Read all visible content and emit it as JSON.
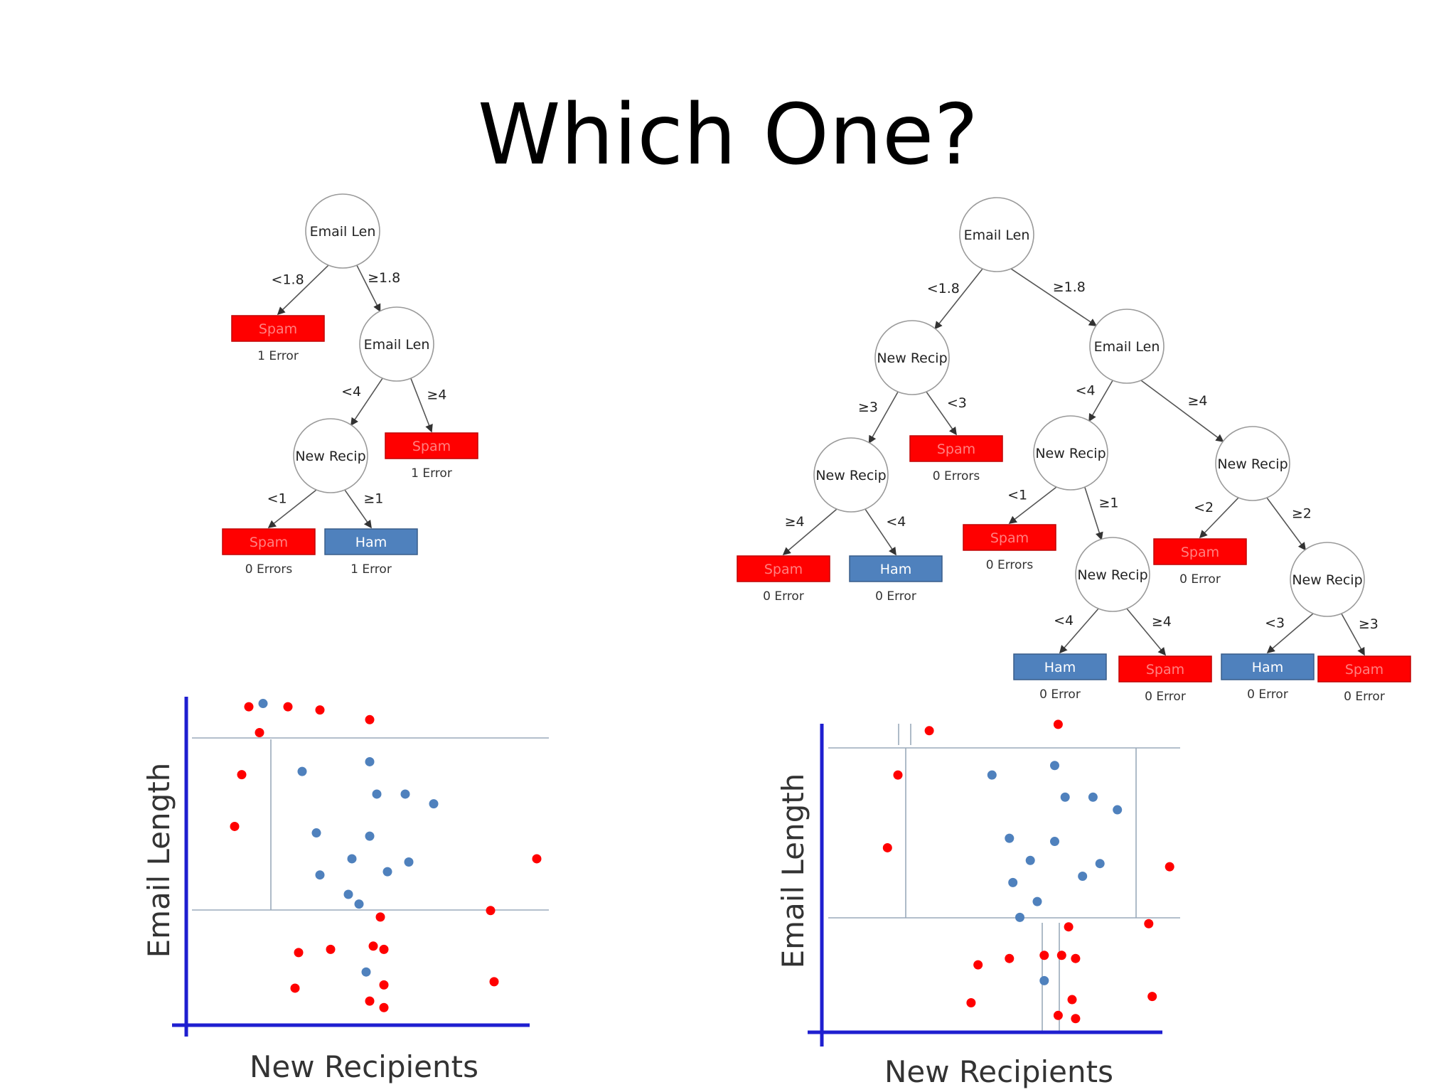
{
  "title": "Which One?",
  "colors": {
    "spam": "#ff0000",
    "ham": "#4f81bd",
    "axis": "#1f1fd0",
    "boundary": "#9aaabb",
    "node_stroke": "#9a9a9a",
    "edge": "#555555"
  },
  "tree_left": {
    "nodes": [
      {
        "id": "L1",
        "label": "Email Len"
      },
      {
        "id": "L2",
        "label": "Email Len"
      },
      {
        "id": "L3",
        "label": "New Recip"
      }
    ],
    "leaves": [
      {
        "id": "LS1",
        "label": "Spam",
        "kind": "spam",
        "note": "1 Error"
      },
      {
        "id": "LS2",
        "label": "Spam",
        "kind": "spam",
        "note": "1 Error"
      },
      {
        "id": "LS3",
        "label": "Spam",
        "kind": "spam",
        "note": "0 Errors"
      },
      {
        "id": "LH1",
        "label": "Ham",
        "kind": "ham",
        "note": "1 Error"
      }
    ],
    "edges": [
      {
        "from": "L1",
        "to": "LS1",
        "label": "<1.8"
      },
      {
        "from": "L1",
        "to": "L2",
        "label": "≥1.8"
      },
      {
        "from": "L2",
        "to": "L3",
        "label": "<4"
      },
      {
        "from": "L2",
        "to": "LS2",
        "label": "≥4"
      },
      {
        "from": "L3",
        "to": "LS3",
        "label": "<1"
      },
      {
        "from": "L3",
        "to": "LH1",
        "label": "≥1"
      }
    ]
  },
  "tree_right": {
    "nodes": [
      {
        "id": "R1",
        "label": "Email Len"
      },
      {
        "id": "R2",
        "label": "New Recip"
      },
      {
        "id": "R3",
        "label": "Email Len"
      },
      {
        "id": "R4",
        "label": "New Recip"
      },
      {
        "id": "R5",
        "label": "New Recip"
      },
      {
        "id": "R6",
        "label": "New Recip"
      },
      {
        "id": "R7",
        "label": "New Recip"
      },
      {
        "id": "R8",
        "label": "New Recip"
      }
    ],
    "leaves": [
      {
        "id": "RS1",
        "label": "Spam",
        "kind": "spam",
        "note": "0 Errors"
      },
      {
        "id": "RS2",
        "label": "Spam",
        "kind": "spam",
        "note": "0 Error"
      },
      {
        "id": "RH1",
        "label": "Ham",
        "kind": "ham",
        "note": "0 Error"
      },
      {
        "id": "RS3",
        "label": "Spam",
        "kind": "spam",
        "note": "0 Errors"
      },
      {
        "id": "RS4",
        "label": "Spam",
        "kind": "spam",
        "note": "0 Error"
      },
      {
        "id": "RH2",
        "label": "Ham",
        "kind": "ham",
        "note": "0 Error"
      },
      {
        "id": "RS5",
        "label": "Spam",
        "kind": "spam",
        "note": "0 Error"
      },
      {
        "id": "RH3",
        "label": "Ham",
        "kind": "ham",
        "note": "0 Error"
      },
      {
        "id": "RS6",
        "label": "Spam",
        "kind": "spam",
        "note": "0 Error"
      }
    ],
    "edges": [
      {
        "from": "R1",
        "to": "R2",
        "label": "<1.8"
      },
      {
        "from": "R1",
        "to": "R3",
        "label": "≥1.8"
      },
      {
        "from": "R2",
        "to": "R4",
        "label": "≥3"
      },
      {
        "from": "R2",
        "to": "RS1",
        "label": "<3"
      },
      {
        "from": "R4",
        "to": "RS2",
        "label": "≥4"
      },
      {
        "from": "R4",
        "to": "RH1",
        "label": "<4"
      },
      {
        "from": "R3",
        "to": "R5",
        "label": "<4"
      },
      {
        "from": "R3",
        "to": "R6",
        "label": "≥4"
      },
      {
        "from": "R5",
        "to": "RS3",
        "label": "<1"
      },
      {
        "from": "R5",
        "to": "R7",
        "label": "≥1"
      },
      {
        "from": "R7",
        "to": "RH2",
        "label": "<4"
      },
      {
        "from": "R7",
        "to": "RS5",
        "label": "≥4"
      },
      {
        "from": "R6",
        "to": "RS4",
        "label": "<2"
      },
      {
        "from": "R6",
        "to": "R8",
        "label": "≥2"
      },
      {
        "from": "R8",
        "to": "RH3",
        "label": "<3"
      },
      {
        "from": "R8",
        "to": "RS6",
        "label": "≥3"
      }
    ]
  },
  "plot_left": {
    "xlabel": "New Recipients",
    "ylabel": "Email Length",
    "points": [
      {
        "x": 0.16,
        "y": 0.98,
        "c": "spam"
      },
      {
        "x": 0.27,
        "y": 0.98,
        "c": "spam"
      },
      {
        "x": 0.36,
        "y": 0.97,
        "c": "spam"
      },
      {
        "x": 0.5,
        "y": 0.94,
        "c": "spam"
      },
      {
        "x": 0.19,
        "y": 0.9,
        "c": "spam"
      },
      {
        "x": 0.14,
        "y": 0.77,
        "c": "spam"
      },
      {
        "x": 0.12,
        "y": 0.61,
        "c": "spam"
      },
      {
        "x": 0.97,
        "y": 0.51,
        "c": "spam"
      },
      {
        "x": 0.84,
        "y": 0.35,
        "c": "spam"
      },
      {
        "x": 0.53,
        "y": 0.33,
        "c": "spam"
      },
      {
        "x": 0.3,
        "y": 0.22,
        "c": "spam"
      },
      {
        "x": 0.39,
        "y": 0.23,
        "c": "spam"
      },
      {
        "x": 0.51,
        "y": 0.24,
        "c": "spam"
      },
      {
        "x": 0.54,
        "y": 0.23,
        "c": "spam"
      },
      {
        "x": 0.29,
        "y": 0.11,
        "c": "spam"
      },
      {
        "x": 0.54,
        "y": 0.12,
        "c": "spam"
      },
      {
        "x": 0.85,
        "y": 0.13,
        "c": "spam"
      },
      {
        "x": 0.5,
        "y": 0.07,
        "c": "spam"
      },
      {
        "x": 0.54,
        "y": 0.05,
        "c": "spam"
      },
      {
        "x": 0.2,
        "y": 0.99,
        "c": "ham"
      },
      {
        "x": 0.31,
        "y": 0.78,
        "c": "ham"
      },
      {
        "x": 0.5,
        "y": 0.81,
        "c": "ham"
      },
      {
        "x": 0.52,
        "y": 0.71,
        "c": "ham"
      },
      {
        "x": 0.6,
        "y": 0.71,
        "c": "ham"
      },
      {
        "x": 0.68,
        "y": 0.68,
        "c": "ham"
      },
      {
        "x": 0.35,
        "y": 0.59,
        "c": "ham"
      },
      {
        "x": 0.5,
        "y": 0.58,
        "c": "ham"
      },
      {
        "x": 0.45,
        "y": 0.51,
        "c": "ham"
      },
      {
        "x": 0.61,
        "y": 0.5,
        "c": "ham"
      },
      {
        "x": 0.55,
        "y": 0.47,
        "c": "ham"
      },
      {
        "x": 0.36,
        "y": 0.46,
        "c": "ham"
      },
      {
        "x": 0.44,
        "y": 0.4,
        "c": "ham"
      },
      {
        "x": 0.47,
        "y": 0.37,
        "c": "ham"
      },
      {
        "x": 0.49,
        "y": 0.16,
        "c": "ham"
      }
    ]
  },
  "plot_right": {
    "xlabel": "New Recipients",
    "ylabel": "Email Length",
    "points": [
      {
        "x": 0.29,
        "y": 0.96,
        "c": "spam"
      },
      {
        "x": 0.66,
        "y": 0.98,
        "c": "spam"
      },
      {
        "x": 0.2,
        "y": 0.82,
        "c": "spam"
      },
      {
        "x": 0.17,
        "y": 0.59,
        "c": "spam"
      },
      {
        "x": 0.98,
        "y": 0.53,
        "c": "spam"
      },
      {
        "x": 0.92,
        "y": 0.35,
        "c": "spam"
      },
      {
        "x": 0.69,
        "y": 0.34,
        "c": "spam"
      },
      {
        "x": 0.52,
        "y": 0.24,
        "c": "spam"
      },
      {
        "x": 0.62,
        "y": 0.25,
        "c": "spam"
      },
      {
        "x": 0.67,
        "y": 0.25,
        "c": "spam"
      },
      {
        "x": 0.71,
        "y": 0.24,
        "c": "spam"
      },
      {
        "x": 0.43,
        "y": 0.22,
        "c": "spam"
      },
      {
        "x": 0.7,
        "y": 0.11,
        "c": "spam"
      },
      {
        "x": 0.93,
        "y": 0.12,
        "c": "spam"
      },
      {
        "x": 0.41,
        "y": 0.1,
        "c": "spam"
      },
      {
        "x": 0.66,
        "y": 0.06,
        "c": "spam"
      },
      {
        "x": 0.71,
        "y": 0.05,
        "c": "spam"
      },
      {
        "x": 0.47,
        "y": 0.82,
        "c": "ham"
      },
      {
        "x": 0.65,
        "y": 0.85,
        "c": "ham"
      },
      {
        "x": 0.68,
        "y": 0.75,
        "c": "ham"
      },
      {
        "x": 0.76,
        "y": 0.75,
        "c": "ham"
      },
      {
        "x": 0.83,
        "y": 0.71,
        "c": "ham"
      },
      {
        "x": 0.52,
        "y": 0.62,
        "c": "ham"
      },
      {
        "x": 0.65,
        "y": 0.61,
        "c": "ham"
      },
      {
        "x": 0.58,
        "y": 0.55,
        "c": "ham"
      },
      {
        "x": 0.78,
        "y": 0.54,
        "c": "ham"
      },
      {
        "x": 0.73,
        "y": 0.5,
        "c": "ham"
      },
      {
        "x": 0.53,
        "y": 0.48,
        "c": "ham"
      },
      {
        "x": 0.6,
        "y": 0.42,
        "c": "ham"
      },
      {
        "x": 0.55,
        "y": 0.37,
        "c": "ham"
      },
      {
        "x": 0.62,
        "y": 0.17,
        "c": "ham"
      }
    ]
  }
}
